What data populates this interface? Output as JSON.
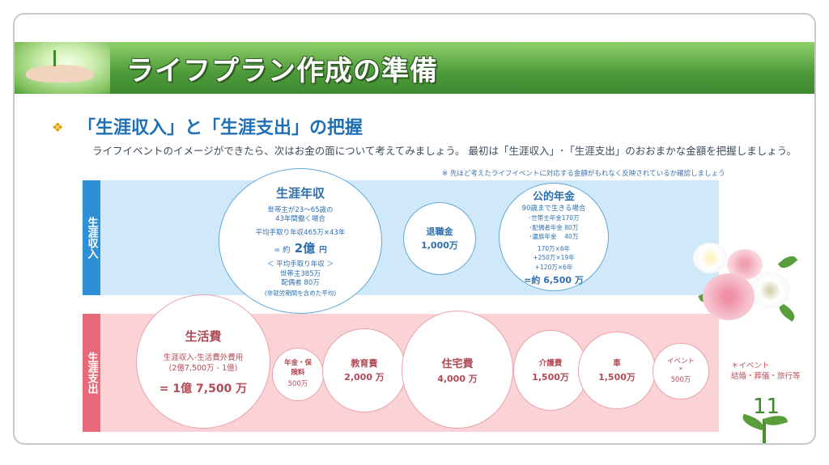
{
  "slide": {
    "title": "ライフプラン作成の準備",
    "heading": "「生涯収入」と「生涯支出」の把握",
    "bullet_icon": "diamond-bullet-icon",
    "subtext": "ライフイベントのイメージができたら、次はお金の面について考えてみましょう。 最初は「生涯収入」･「生涯支出」のおおまかな金額を把握しましょう。",
    "note": "※ 先ほど考えたライフイベントに対応する金額がもれなく反映されているか確認しましょう",
    "page_number": "11"
  },
  "income": {
    "label": "生涯収入",
    "lifetime_salary": {
      "title": "生涯年収",
      "line1": "世帯主が23～65歳の",
      "line2": "43年間働く場合",
      "line3": "平均手取り年収465万×43年",
      "amount_prefix": "= 約",
      "amount": "2億",
      "amount_unit": "円",
      "sub1": "＜ 平均手取り年収 ＞",
      "sub2": "世帯主385万",
      "sub3": "配偶者 80万",
      "sub4": "(非就労期間を含めた平均)"
    },
    "retirement": {
      "title": "退職金",
      "value": "1,000万"
    },
    "pension": {
      "title": "公的年金",
      "line1": "90歳まで生きる場合",
      "line2": "･世帯主年金170万",
      "line3": "･配偶者年金 80万",
      "line4": "･遺族年金　 40万",
      "calc1": "170万×6年",
      "calc2": "+250万×19年",
      "calc3": "+120万×6年",
      "total": "=約 6,500 万"
    }
  },
  "expense": {
    "label": "生涯支出",
    "living": {
      "title": "生活費",
      "line1": "生涯収入-生活費外費用",
      "line2": "(2億7,500万 - 1億)",
      "total": "= 1億 7,500 万"
    },
    "items": [
      {
        "title": "年金・保険料",
        "value": "500万"
      },
      {
        "title": "教育費",
        "value": "2,000 万"
      },
      {
        "title": "住宅費",
        "value": "4,000 万"
      },
      {
        "title": "介護費",
        "value": "1,500万"
      },
      {
        "title": "車",
        "value": "1,500万"
      },
      {
        "title": "イベント",
        "mark": "*",
        "value": "500万"
      }
    ],
    "side_note_1": "＊イベント",
    "side_note_2": "結婚・葬儀・旅行等"
  }
}
